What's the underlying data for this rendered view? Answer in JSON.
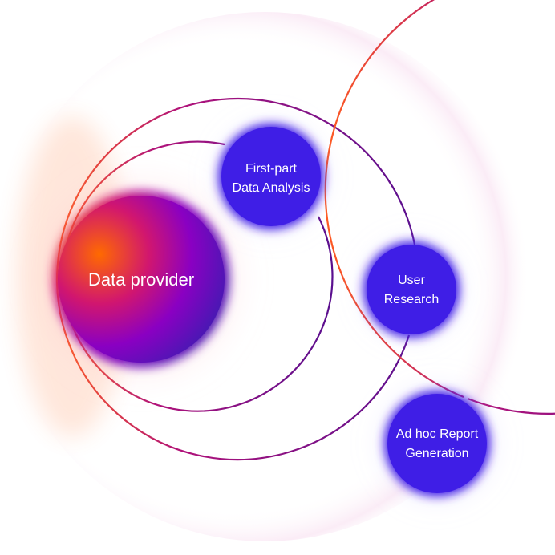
{
  "hub": {
    "label": "Data provider",
    "gradient_colors": [
      "#ff6a00",
      "#c3007a",
      "#8a00c2",
      "#3a1db0"
    ]
  },
  "nodes": [
    {
      "id": "first-party",
      "lines": [
        "First-part",
        "Data Analysis"
      ]
    },
    {
      "id": "user-research",
      "lines": [
        "User",
        "Research"
      ]
    },
    {
      "id": "ad-hoc",
      "lines": [
        "Ad hoc Report",
        "Generation"
      ]
    }
  ],
  "colors": {
    "node_fill": "#3f1ee6",
    "node_glow": "#5a3cff",
    "ring_start": "#ff5a1f",
    "ring_mid": "#b0127a",
    "ring_end": "#5a0f8f"
  }
}
